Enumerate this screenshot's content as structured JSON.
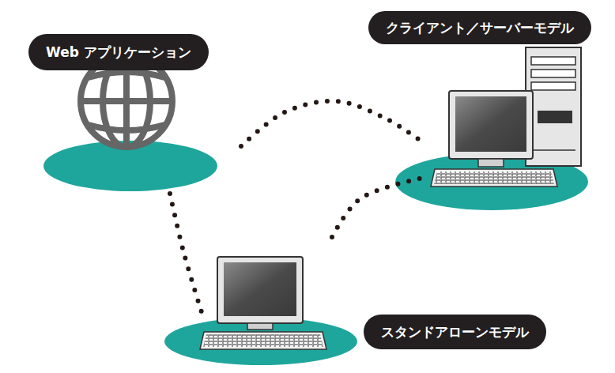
{
  "diagram": {
    "nodes": [
      {
        "text": [
          "Web アプリケーション"
        ]
      },
      {
        "text": [
          "クライアント／サーバーモデル"
        ]
      },
      {
        "text": [
          "スタンドアローンモデル"
        ]
      }
    ],
    "edges": [
      {
        "from": 0,
        "to": 1,
        "arrow": "none"
      },
      {
        "from": 0,
        "to": 2,
        "arrow": "none"
      },
      {
        "from": 2,
        "to": 1,
        "arrow": "none"
      }
    ]
  }
}
